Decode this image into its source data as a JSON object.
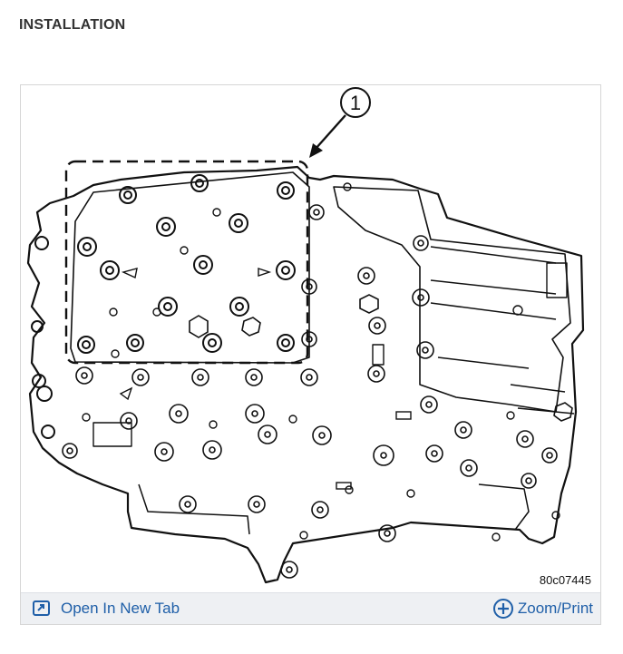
{
  "section": {
    "title": "INSTALLATION"
  },
  "figure": {
    "callout": "1",
    "image_id": "80c07445"
  },
  "toolbar": {
    "open_tab_label": "Open In New Tab",
    "zoom_label": "Zoom/Print",
    "open_tab_icon": "open-in-new-tab-icon",
    "zoom_icon": "circle-plus-icon",
    "accent_color": "#1f5fa8"
  }
}
